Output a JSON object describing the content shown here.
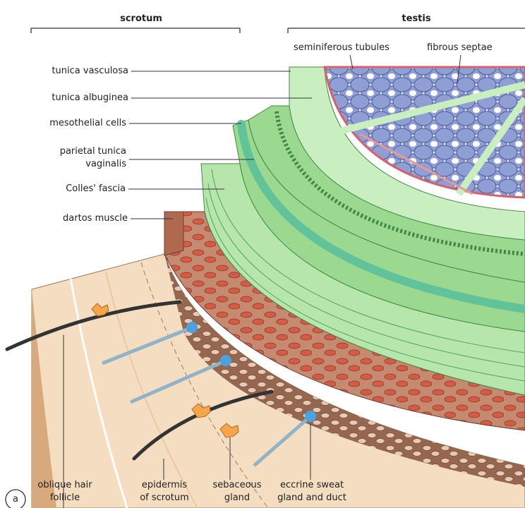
{
  "headers": {
    "scrotum": "scrotum",
    "testis": "testis"
  },
  "labels": {
    "seminiferous_tubules": "seminiferous tubules",
    "fibrous_septae": "fibrous septae",
    "tunica_vasculosa": "tunica vasculosa",
    "tunica_albuginea": "tunica albuginea",
    "mesothelial_cells": "mesothelial cells",
    "parietal_line1": "parietal tunica",
    "parietal_line2": "vaginalis",
    "colles_fascia": "Colles' fascia",
    "dartos_muscle": "dartos muscle",
    "hair_line1": "oblique hair",
    "hair_line2": "follicle",
    "epidermis_line1": "epidermis",
    "epidermis_line2": "of scrotum",
    "sebaceous_line1": "sebaceous",
    "sebaceous_line2": "gland",
    "eccrine_line1": "eccrine sweat",
    "eccrine_line2": "gland and duct",
    "panel": "a"
  },
  "colors": {
    "tubule": "#8f9fd6",
    "septa_pink": "#e79a96",
    "green_light": "#c9efc0",
    "green_mid": "#9ad98f",
    "green_dark": "#5fae66",
    "meso": "#62c39a",
    "dartos": "#b0684f",
    "dartos_cell": "#d65a44",
    "skin": "#f4ddc0"
  }
}
